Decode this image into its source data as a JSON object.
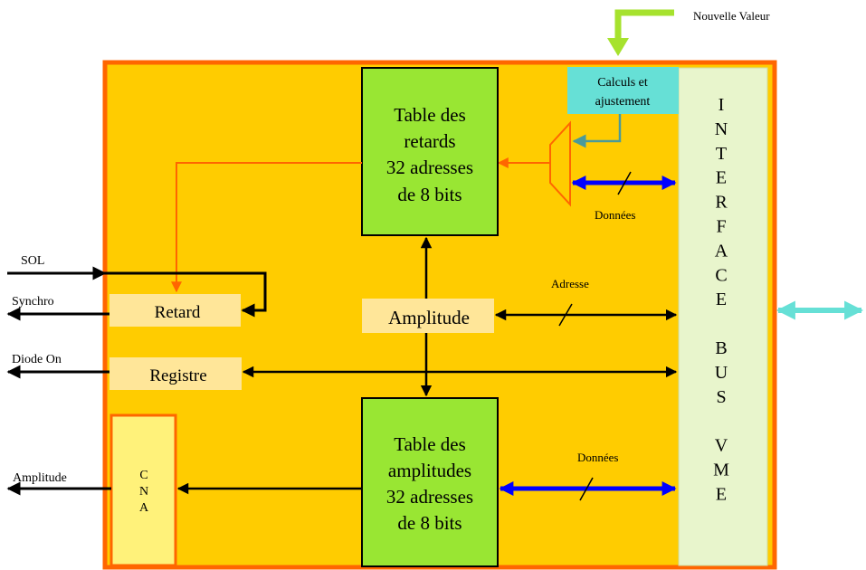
{
  "top_label": "Nouvelle Valeur",
  "calc_box": {
    "line1": "Calculs et",
    "line2": "ajustement"
  },
  "interface_letters": [
    "I",
    "N",
    "T",
    "E",
    "R",
    "F",
    "A",
    "C",
    "E",
    "",
    "B",
    "U",
    "S",
    "",
    "V",
    "M",
    "E"
  ],
  "table_retards": {
    "line1": "Table des",
    "line2": "retards",
    "line3": "32 adresses",
    "line4": "de  8 bits"
  },
  "table_amplitudes": {
    "line1": "Table des",
    "line2": "amplitudes",
    "line3": "32 adresses",
    "line4": "de  8 bits"
  },
  "boxes": {
    "retard": "Retard",
    "amplitude": "Amplitude",
    "registre": "Registre"
  },
  "cna_letters": [
    "C",
    "N",
    "A"
  ],
  "bus_labels": {
    "donnees_top": "Données",
    "adresse": "Adresse",
    "donnees_bottom": "Données"
  },
  "signals": {
    "sol": "SOL",
    "synchro": "Synchro",
    "diode_on": "Diode On",
    "amplitude": "Amplitude"
  },
  "colors": {
    "outer_fill": "#ffcc00",
    "outer_border": "#ff6600",
    "table_fill": "#99e633",
    "box_fill": "#ffe699",
    "interface_fill": "#e8f5cc",
    "calc_fill": "#66e0d6",
    "cna_fill": "#fff27a",
    "cna_border": "#ff6600",
    "data_bus": "#0000ff",
    "vme_arrow": "#66e0d6",
    "new_value_arrow": "#a6e22e",
    "orange_line": "#ff6600",
    "teal_line": "#4a9a9a"
  }
}
